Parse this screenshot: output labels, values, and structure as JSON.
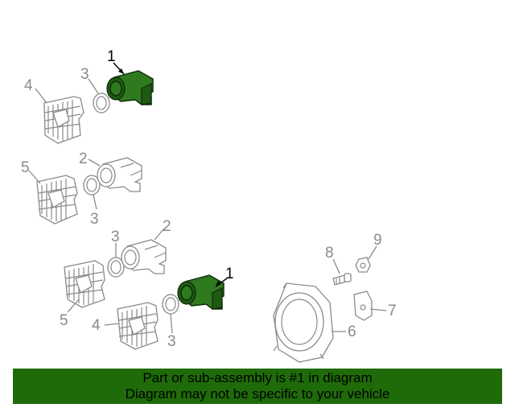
{
  "callouts": {
    "c1a": "1",
    "c1b": "1",
    "c2a": "2",
    "c2b": "2",
    "c3a": "3",
    "c3b": "3",
    "c3c": "3",
    "c3d": "3",
    "c4a": "4",
    "c4b": "4",
    "c5a": "5",
    "c5b": "5",
    "c6": "6",
    "c7": "7",
    "c8": "8",
    "c9": "9"
  },
  "banner": {
    "line1": "Part or sub-assembly is #1 in diagram",
    "line2": "Diagram may not be specific to your vehicle"
  },
  "colors": {
    "highlight_part": "#2f7a1f",
    "banner_background": "#1f6b0a",
    "line_art": "#8a8a8a"
  }
}
